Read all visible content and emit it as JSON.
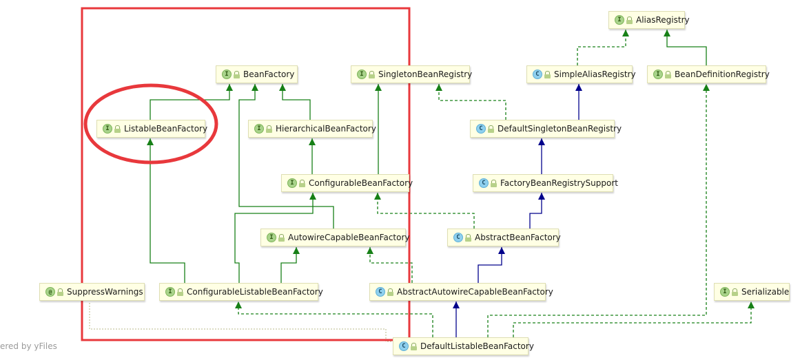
{
  "watermark": "ered by yFiles",
  "colors": {
    "node_bg": "#ffffe4",
    "interface_edge": "#178017",
    "class_edge": "#00008b",
    "highlight": "#e8383c"
  },
  "nodes": {
    "alias_registry": {
      "label": "AliasRegistry",
      "kind": "interface",
      "badge": "I"
    },
    "bean_factory": {
      "label": "BeanFactory",
      "kind": "interface",
      "badge": "I"
    },
    "singleton_bean_registry": {
      "label": "SingletonBeanRegistry",
      "kind": "interface",
      "badge": "I"
    },
    "simple_alias_registry": {
      "label": "SimpleAliasRegistry",
      "kind": "class",
      "badge": "C"
    },
    "bean_definition_registry": {
      "label": "BeanDefinitionRegistry",
      "kind": "interface",
      "badge": "I"
    },
    "listable_bean_factory": {
      "label": "ListableBeanFactory",
      "kind": "interface",
      "badge": "I"
    },
    "hierarchical_bean_factory": {
      "label": "HierarchicalBeanFactory",
      "kind": "interface",
      "badge": "I"
    },
    "default_singleton_bean_registry": {
      "label": "DefaultSingletonBeanRegistry",
      "kind": "class",
      "badge": "C"
    },
    "configurable_bean_factory": {
      "label": "ConfigurableBeanFactory",
      "kind": "interface",
      "badge": "I"
    },
    "factory_bean_registry_support": {
      "label": "FactoryBeanRegistrySupport",
      "kind": "class",
      "badge": "C"
    },
    "autowire_capable_bean_factory": {
      "label": "AutowireCapableBeanFactory",
      "kind": "interface",
      "badge": "I"
    },
    "abstract_bean_factory": {
      "label": "AbstractBeanFactory",
      "kind": "class",
      "badge": "C"
    },
    "suppress_warnings": {
      "label": "SuppressWarnings",
      "kind": "annotation",
      "badge": "@"
    },
    "configurable_listable_bean_factory": {
      "label": "ConfigurableListableBeanFactory",
      "kind": "interface",
      "badge": "I"
    },
    "abstract_autowire_capable_bean_factory": {
      "label": "AbstractAutowireCapableBeanFactory",
      "kind": "class",
      "badge": "C"
    },
    "serializable": {
      "label": "Serializable",
      "kind": "interface",
      "badge": "I"
    },
    "default_listable_bean_factory": {
      "label": "DefaultListableBeanFactory",
      "kind": "class",
      "badge": "C"
    }
  },
  "edges": [
    {
      "from": "simple_alias_registry",
      "to": "alias_registry",
      "relation": "implements"
    },
    {
      "from": "bean_definition_registry",
      "to": "alias_registry",
      "relation": "extends"
    },
    {
      "from": "listable_bean_factory",
      "to": "bean_factory",
      "relation": "extends"
    },
    {
      "from": "hierarchical_bean_factory",
      "to": "bean_factory",
      "relation": "extends"
    },
    {
      "from": "autowire_capable_bean_factory",
      "to": "bean_factory",
      "relation": "extends"
    },
    {
      "from": "default_singleton_bean_registry",
      "to": "singleton_bean_registry",
      "relation": "implements"
    },
    {
      "from": "default_singleton_bean_registry",
      "to": "simple_alias_registry",
      "relation": "extends"
    },
    {
      "from": "configurable_bean_factory",
      "to": "hierarchical_bean_factory",
      "relation": "extends"
    },
    {
      "from": "configurable_bean_factory",
      "to": "singleton_bean_registry",
      "relation": "extends"
    },
    {
      "from": "factory_bean_registry_support",
      "to": "default_singleton_bean_registry",
      "relation": "extends"
    },
    {
      "from": "abstract_bean_factory",
      "to": "configurable_bean_factory",
      "relation": "implements"
    },
    {
      "from": "abstract_bean_factory",
      "to": "factory_bean_registry_support",
      "relation": "extends"
    },
    {
      "from": "configurable_listable_bean_factory",
      "to": "listable_bean_factory",
      "relation": "extends"
    },
    {
      "from": "configurable_listable_bean_factory",
      "to": "configurable_bean_factory",
      "relation": "extends"
    },
    {
      "from": "configurable_listable_bean_factory",
      "to": "autowire_capable_bean_factory",
      "relation": "extends"
    },
    {
      "from": "abstract_autowire_capable_bean_factory",
      "to": "autowire_capable_bean_factory",
      "relation": "implements"
    },
    {
      "from": "abstract_autowire_capable_bean_factory",
      "to": "abstract_bean_factory",
      "relation": "extends"
    },
    {
      "from": "default_listable_bean_factory",
      "to": "abstract_autowire_capable_bean_factory",
      "relation": "extends"
    },
    {
      "from": "default_listable_bean_factory",
      "to": "configurable_listable_bean_factory",
      "relation": "implements"
    },
    {
      "from": "default_listable_bean_factory",
      "to": "bean_definition_registry",
      "relation": "implements"
    },
    {
      "from": "default_listable_bean_factory",
      "to": "serializable",
      "relation": "implements"
    },
    {
      "from": "default_listable_bean_factory",
      "to": "suppress_warnings",
      "relation": "annotated"
    }
  ],
  "highlights": {
    "box": "bean-factory-interfaces-box",
    "ellipse": "listable-bean-factory-ellipse"
  }
}
